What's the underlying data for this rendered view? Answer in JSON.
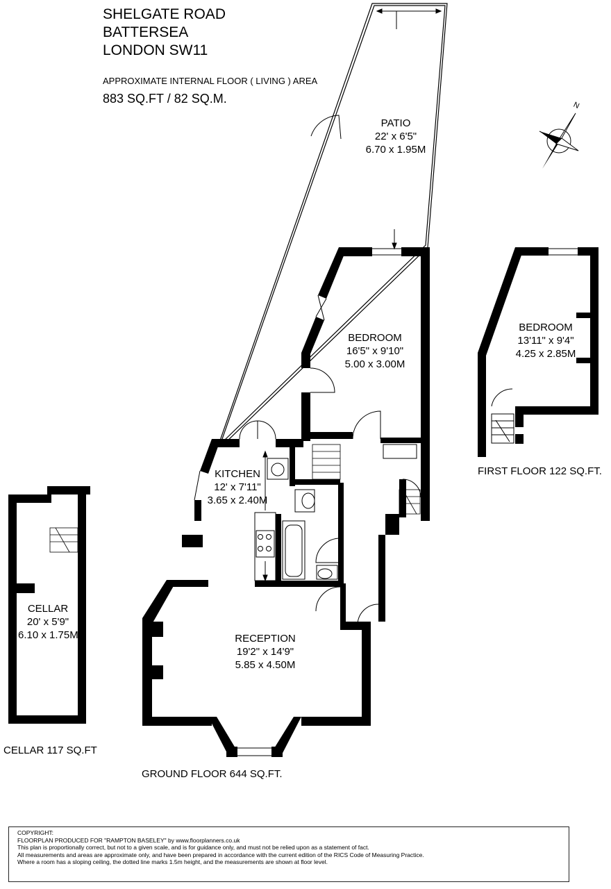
{
  "address": {
    "line1": "SHELGATE ROAD",
    "line2": "BATTERSEA",
    "line3": "LONDON SW11"
  },
  "area": {
    "label": "APPROXIMATE INTERNAL FLOOR ( LIVING ) AREA",
    "value": "883 SQ.FT / 82 SQ.M."
  },
  "compass": {
    "label": "N",
    "icon": "north-arrow-icon"
  },
  "rooms": {
    "patio": {
      "name": "PATIO",
      "imperial": "22' x 6'5\"",
      "metric": "6.70 x 1.95M"
    },
    "bedroom_ground": {
      "name": "BEDROOM",
      "imperial": "16'5\" x 9'10\"",
      "metric": "5.00 x 3.00M"
    },
    "bedroom_first": {
      "name": "BEDROOM",
      "imperial": "13'11\" x 9'4\"",
      "metric": "4.25 x 2.85M"
    },
    "kitchen": {
      "name": "KITCHEN",
      "imperial": "12' x 7'11\"",
      "metric": "3.65 x 2.40M"
    },
    "cellar": {
      "name": "CELLAR",
      "imperial": "20' x 5'9\"",
      "metric": "6.10 x 1.75M"
    },
    "reception": {
      "name": "RECEPTION",
      "imperial": "19'2\" x 14'9\"",
      "metric": "5.85 x 4.50M"
    }
  },
  "floors": {
    "first": "FIRST FLOOR 122 SQ.FT.",
    "cellar": "CELLAR 117 SQ.FT",
    "ground": "GROUND FLOOR 644 SQ.FT."
  },
  "copyright": {
    "title": "COPYRIGHT:",
    "line1": "FLOORPLAN PRODUCED FOR \"RAMPTON BASELEY\" by www.floorplanners.co.uk",
    "line2": "This plan is proportionally correct, but not to a given scale, and is for guidance only, and must not be relied upon as a statement of fact.",
    "line3": "All measurements and areas are approximate only, and have been prepared in accordance with the current edition of the RICS Code of Measuring Practice.",
    "line4": "Where a room has a sloping ceiling, the dotted line marks 1.5m height, and the measurements are shown at floor level."
  },
  "colors": {
    "wall": "#000000",
    "line": "#000000",
    "background": "#ffffff"
  }
}
